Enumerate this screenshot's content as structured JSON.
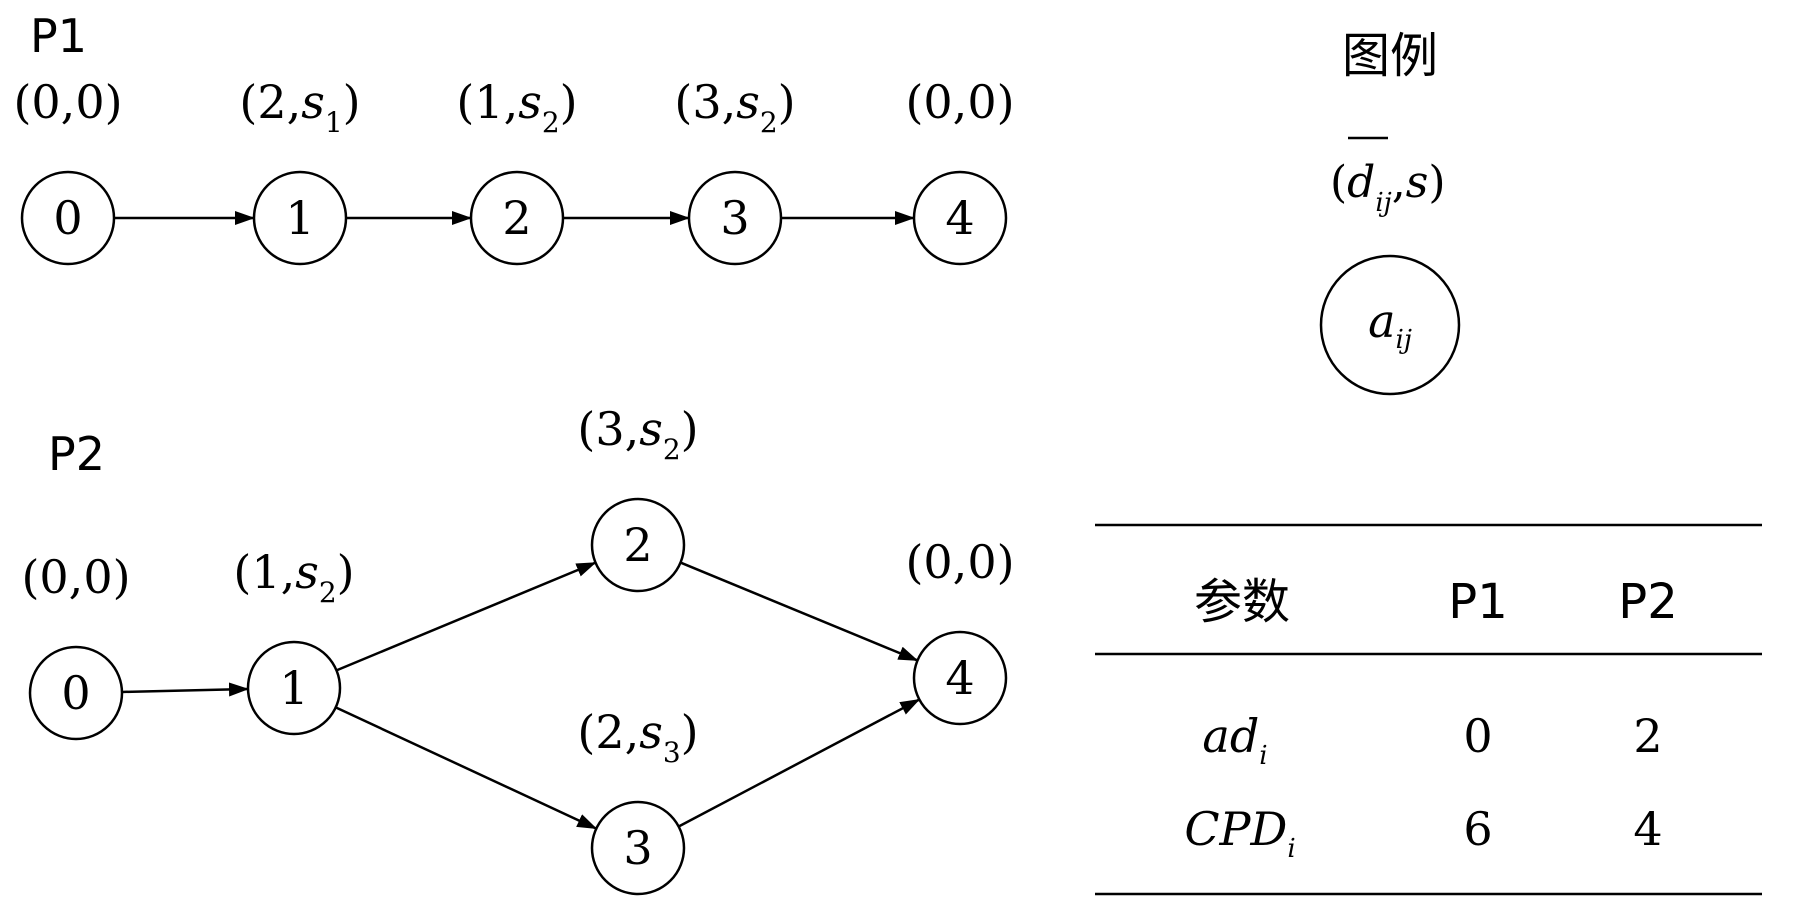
{
  "p1": {
    "title": "P1",
    "nodes": [
      {
        "id": "0",
        "d": "0",
        "s": "0",
        "sub": ""
      },
      {
        "id": "1",
        "d": "2",
        "s": "s",
        "sub": "1"
      },
      {
        "id": "2",
        "d": "1",
        "s": "s",
        "sub": "2"
      },
      {
        "id": "3",
        "d": "3",
        "s": "s",
        "sub": "2"
      },
      {
        "id": "4",
        "d": "0",
        "s": "0",
        "sub": ""
      }
    ],
    "edges": [
      [
        "0",
        "1"
      ],
      [
        "1",
        "2"
      ],
      [
        "2",
        "3"
      ],
      [
        "3",
        "4"
      ]
    ]
  },
  "p2": {
    "title": "P2",
    "nodes": [
      {
        "id": "0",
        "d": "0",
        "s": "0",
        "sub": ""
      },
      {
        "id": "1",
        "d": "1",
        "s": "s",
        "sub": "2"
      },
      {
        "id": "2",
        "d": "3",
        "s": "s",
        "sub": "2"
      },
      {
        "id": "3",
        "d": "2",
        "s": "s",
        "sub": "3"
      },
      {
        "id": "4",
        "d": "0",
        "s": "0",
        "sub": ""
      }
    ],
    "edges": [
      [
        "0",
        "1"
      ],
      [
        "1",
        "2"
      ],
      [
        "1",
        "3"
      ],
      [
        "2",
        "4"
      ],
      [
        "3",
        "4"
      ]
    ]
  },
  "legend": {
    "title": "图例",
    "label_d": "d",
    "label_d_sub": "ij",
    "label_s": "s",
    "node_a": "a",
    "node_a_sub": "ij"
  },
  "table": {
    "headers": [
      "参数",
      "P1",
      "P2"
    ],
    "rows": [
      {
        "name": "ad",
        "sub": "i",
        "values": [
          "0",
          "2"
        ]
      },
      {
        "name": "CPD",
        "sub": "i",
        "values": [
          "6",
          "4"
        ]
      }
    ]
  }
}
